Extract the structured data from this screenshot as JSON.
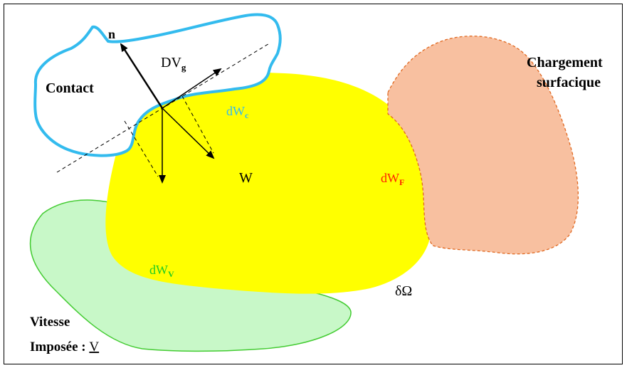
{
  "labels": {
    "contact": "Contact",
    "normal": "n",
    "slip_velocity_main": "DV",
    "slip_velocity_sub": "g",
    "dw_contact_main": "dW",
    "dw_contact_sub": "c",
    "domain_w": "W",
    "dw_force_main": "dW",
    "dw_force_sub": "F",
    "surface_load_line1": "Chargement",
    "surface_load_line2": "surfacique",
    "dw_velocity_main": "dW",
    "dw_velocity_sub": "V",
    "boundary": "δΩ",
    "imposed_velocity_line1": "Vitesse",
    "imposed_velocity_line2": "Imposée : ",
    "imposed_velocity_symbol": "V"
  },
  "colors": {
    "domain_fill": "#ffff00",
    "contact_stroke": "#33bbee",
    "load_fill": "#f8c0a0",
    "load_stroke": "#e06820",
    "velocity_fill": "#c8f8c8",
    "velocity_stroke": "#44cc33",
    "dw_contact_text": "#33bbee",
    "dw_force_text": "#ff2200",
    "dw_velocity_text": "#22cc22",
    "ink": "#000000"
  }
}
